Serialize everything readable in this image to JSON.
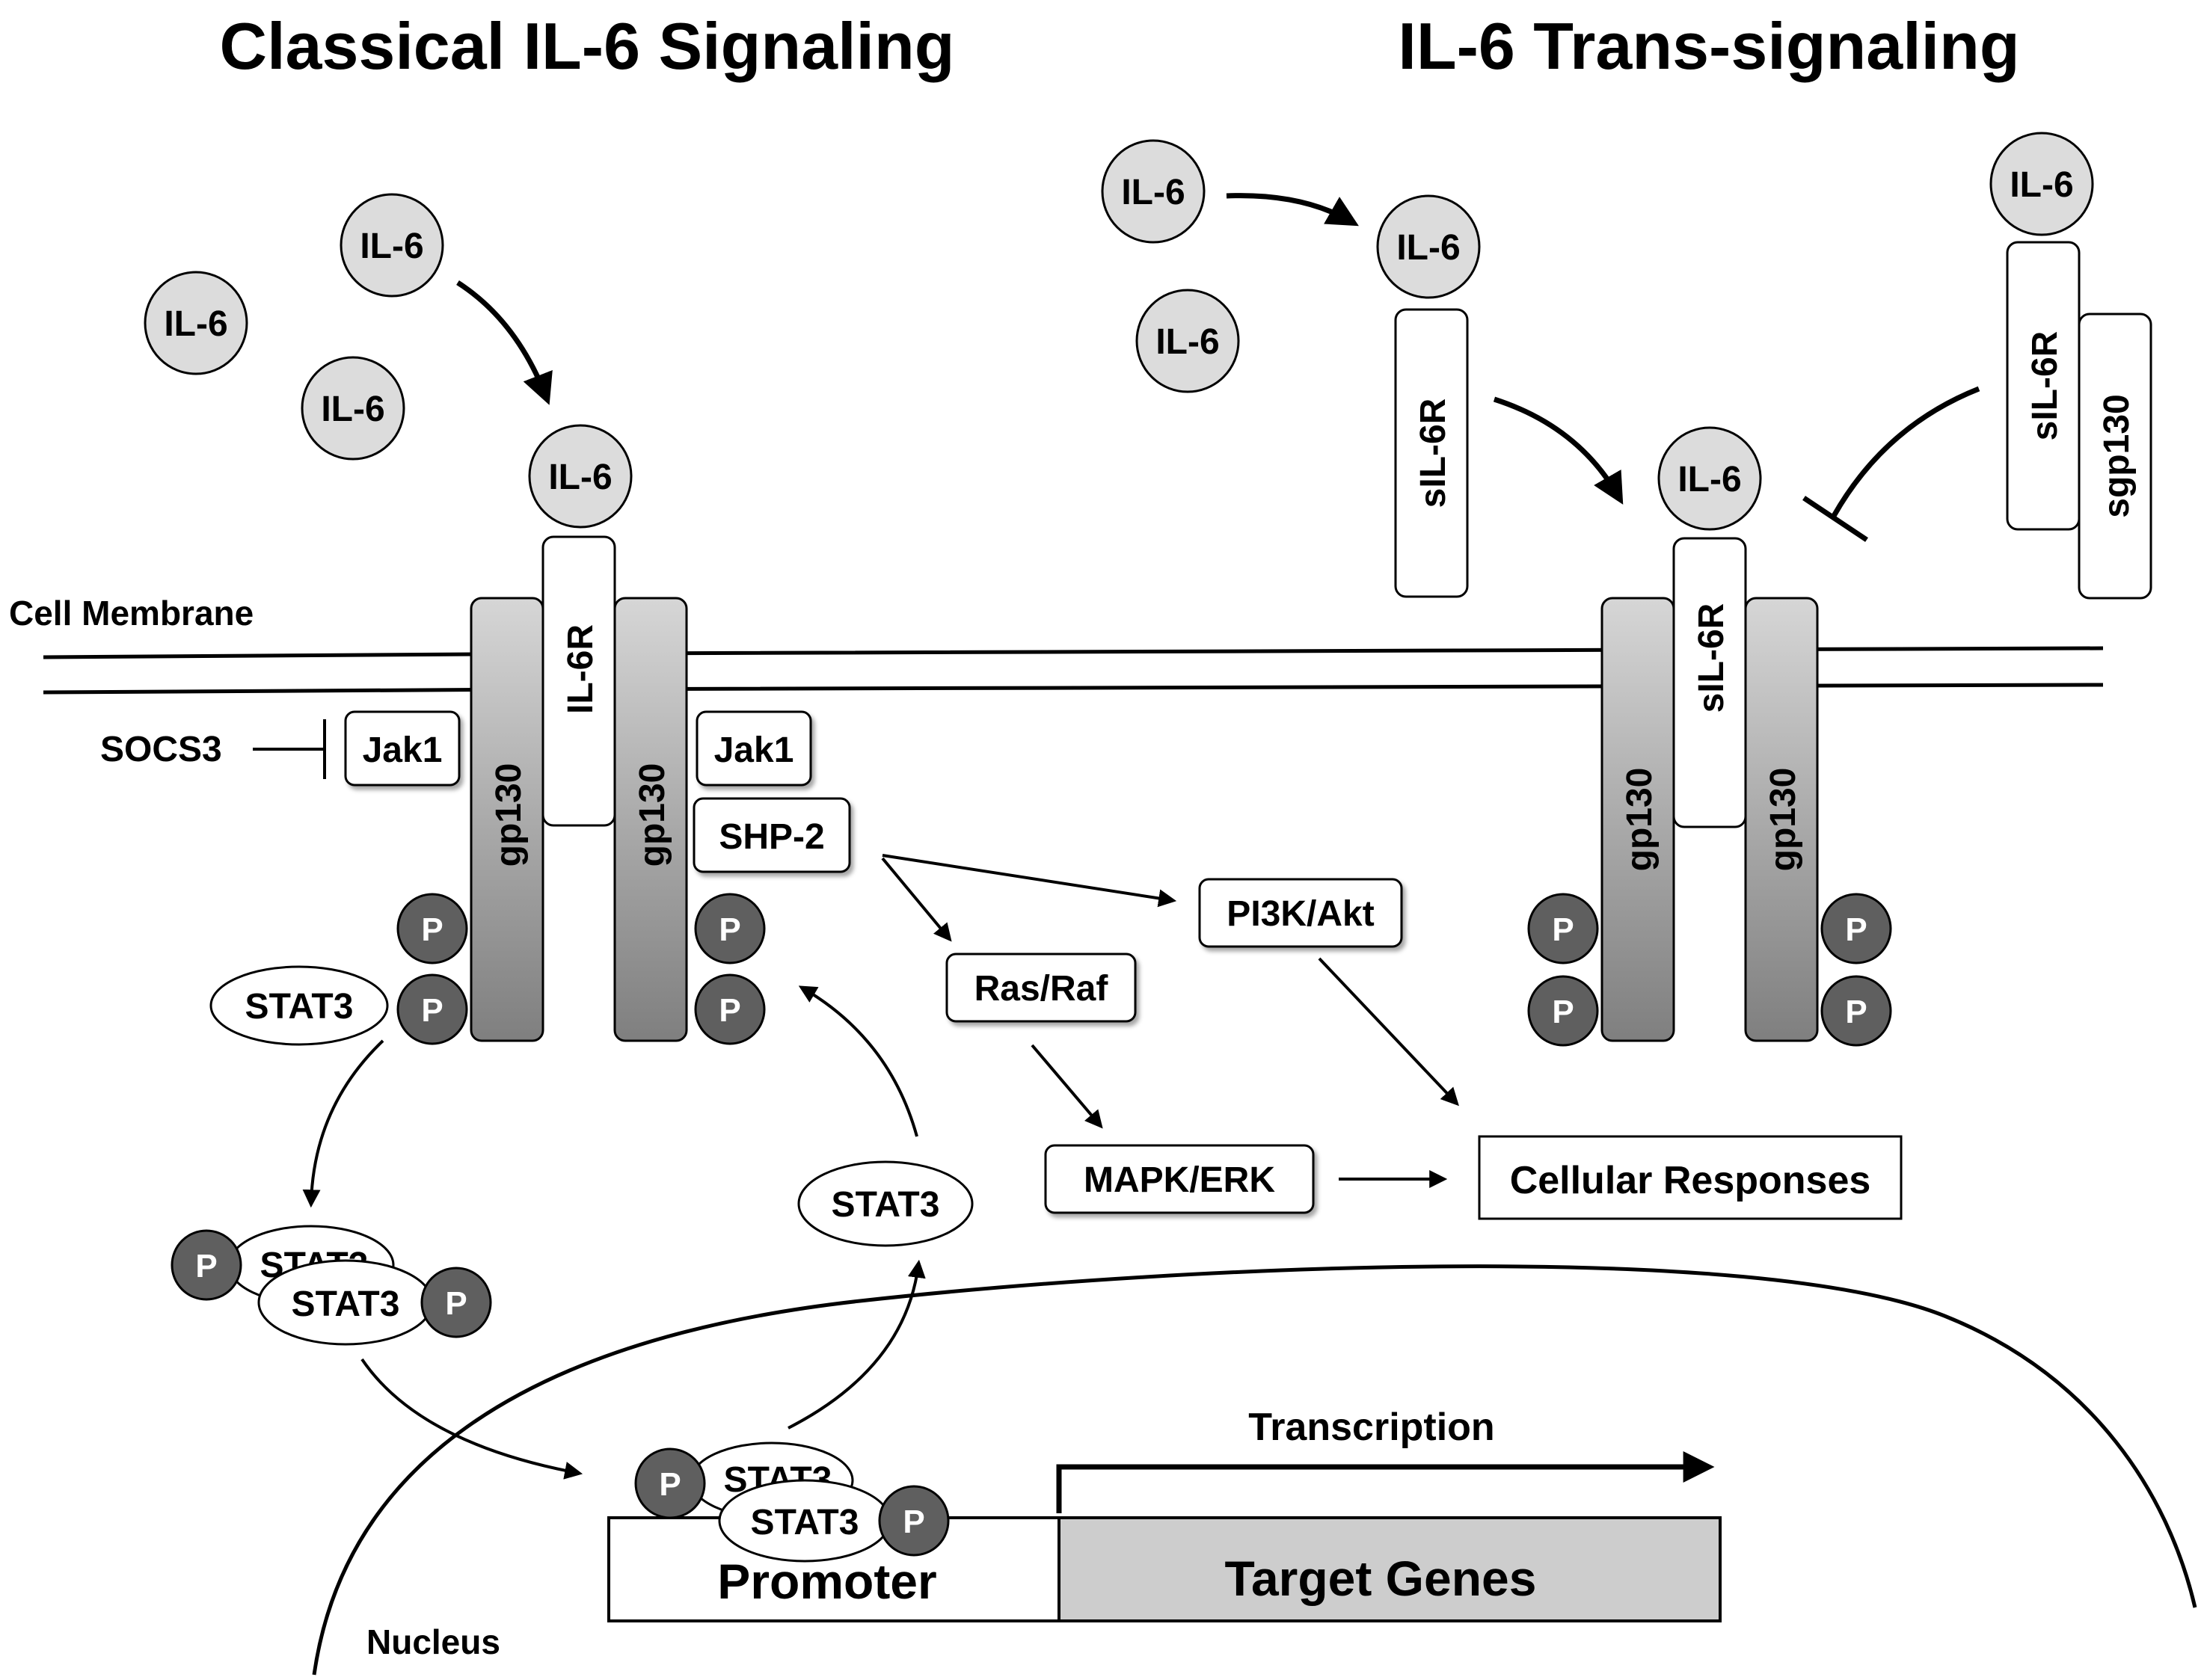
{
  "titles": {
    "classical": "Classical IL-6 Signaling",
    "trans": "IL-6 Trans-signaling"
  },
  "labels": {
    "il6": "IL-6",
    "il6r": "IL-6R",
    "sil6r": "sIL-6R",
    "gp130": "gp130",
    "sgp130": "sgp130",
    "jak1": "Jak1",
    "shp2": "SHP-2",
    "socs3": "SOCS3",
    "stat3": "STAT3",
    "p": "P",
    "cell_membrane": "Cell Membrane",
    "pi3k": "PI3K/Akt",
    "rasraf": "Ras/Raf",
    "mapk": "MAPK/ERK",
    "cellular": "Cellular Responses",
    "transcription": "Transcription",
    "promoter": "Promoter",
    "target_genes": "Target Genes",
    "nucleus": "Nucleus"
  },
  "colors": {
    "ligand_fill": "#dcdcdc",
    "receptor_top": "#d6d6d6",
    "receptor_bottom": "#7f7f7f",
    "phospho": "#5f5f5f",
    "target_genes_fill": "#cdcdcd",
    "line": "#000000"
  }
}
